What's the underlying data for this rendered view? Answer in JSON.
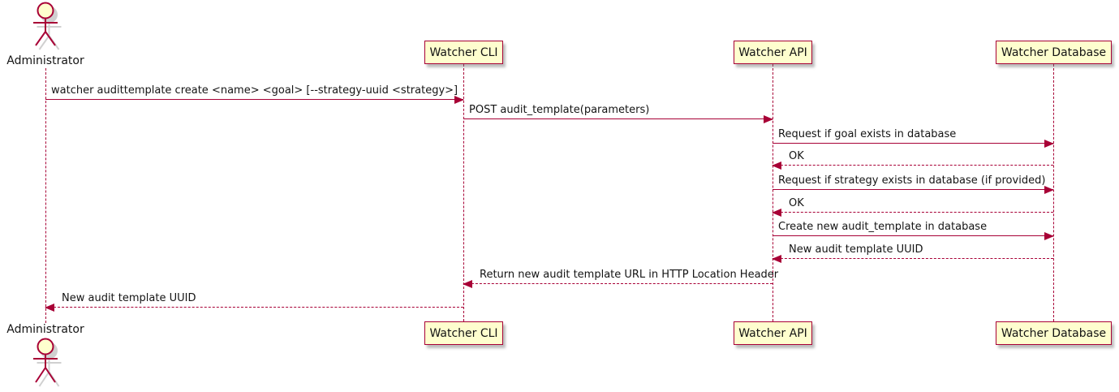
{
  "diagram": {
    "type": "sequence",
    "actor": {
      "name": "Administrator"
    },
    "participants": [
      {
        "id": "cli",
        "label": "Watcher CLI"
      },
      {
        "id": "api",
        "label": "Watcher API"
      },
      {
        "id": "db",
        "label": "Watcher Database"
      }
    ],
    "messages": [
      {
        "from": "administrator",
        "to": "watcher-cli",
        "style": "solid",
        "text": "watcher audittemplate create <name> <goal> [--strategy-uuid <strategy>]"
      },
      {
        "from": "watcher-cli",
        "to": "watcher-api",
        "style": "solid",
        "text": "POST audit_template(parameters)"
      },
      {
        "from": "watcher-api",
        "to": "watcher-database",
        "style": "solid",
        "text": "Request if goal exists in database"
      },
      {
        "from": "watcher-database",
        "to": "watcher-api",
        "style": "dashed",
        "text": "OK"
      },
      {
        "from": "watcher-api",
        "to": "watcher-database",
        "style": "solid",
        "text": "Request if strategy exists in database (if provided)"
      },
      {
        "from": "watcher-database",
        "to": "watcher-api",
        "style": "dashed",
        "text": "OK"
      },
      {
        "from": "watcher-api",
        "to": "watcher-database",
        "style": "solid",
        "text": "Create new audit_template in database"
      },
      {
        "from": "watcher-database",
        "to": "watcher-api",
        "style": "dashed",
        "text": "New audit template UUID"
      },
      {
        "from": "watcher-api",
        "to": "watcher-cli",
        "style": "dashed",
        "text": "Return new audit template URL in HTTP Location Header"
      },
      {
        "from": "watcher-cli",
        "to": "administrator",
        "style": "dashed",
        "text": "New audit template UUID"
      }
    ],
    "colors": {
      "accent": "#A80036",
      "fill": "#FEFECE",
      "text": "#141414"
    }
  }
}
